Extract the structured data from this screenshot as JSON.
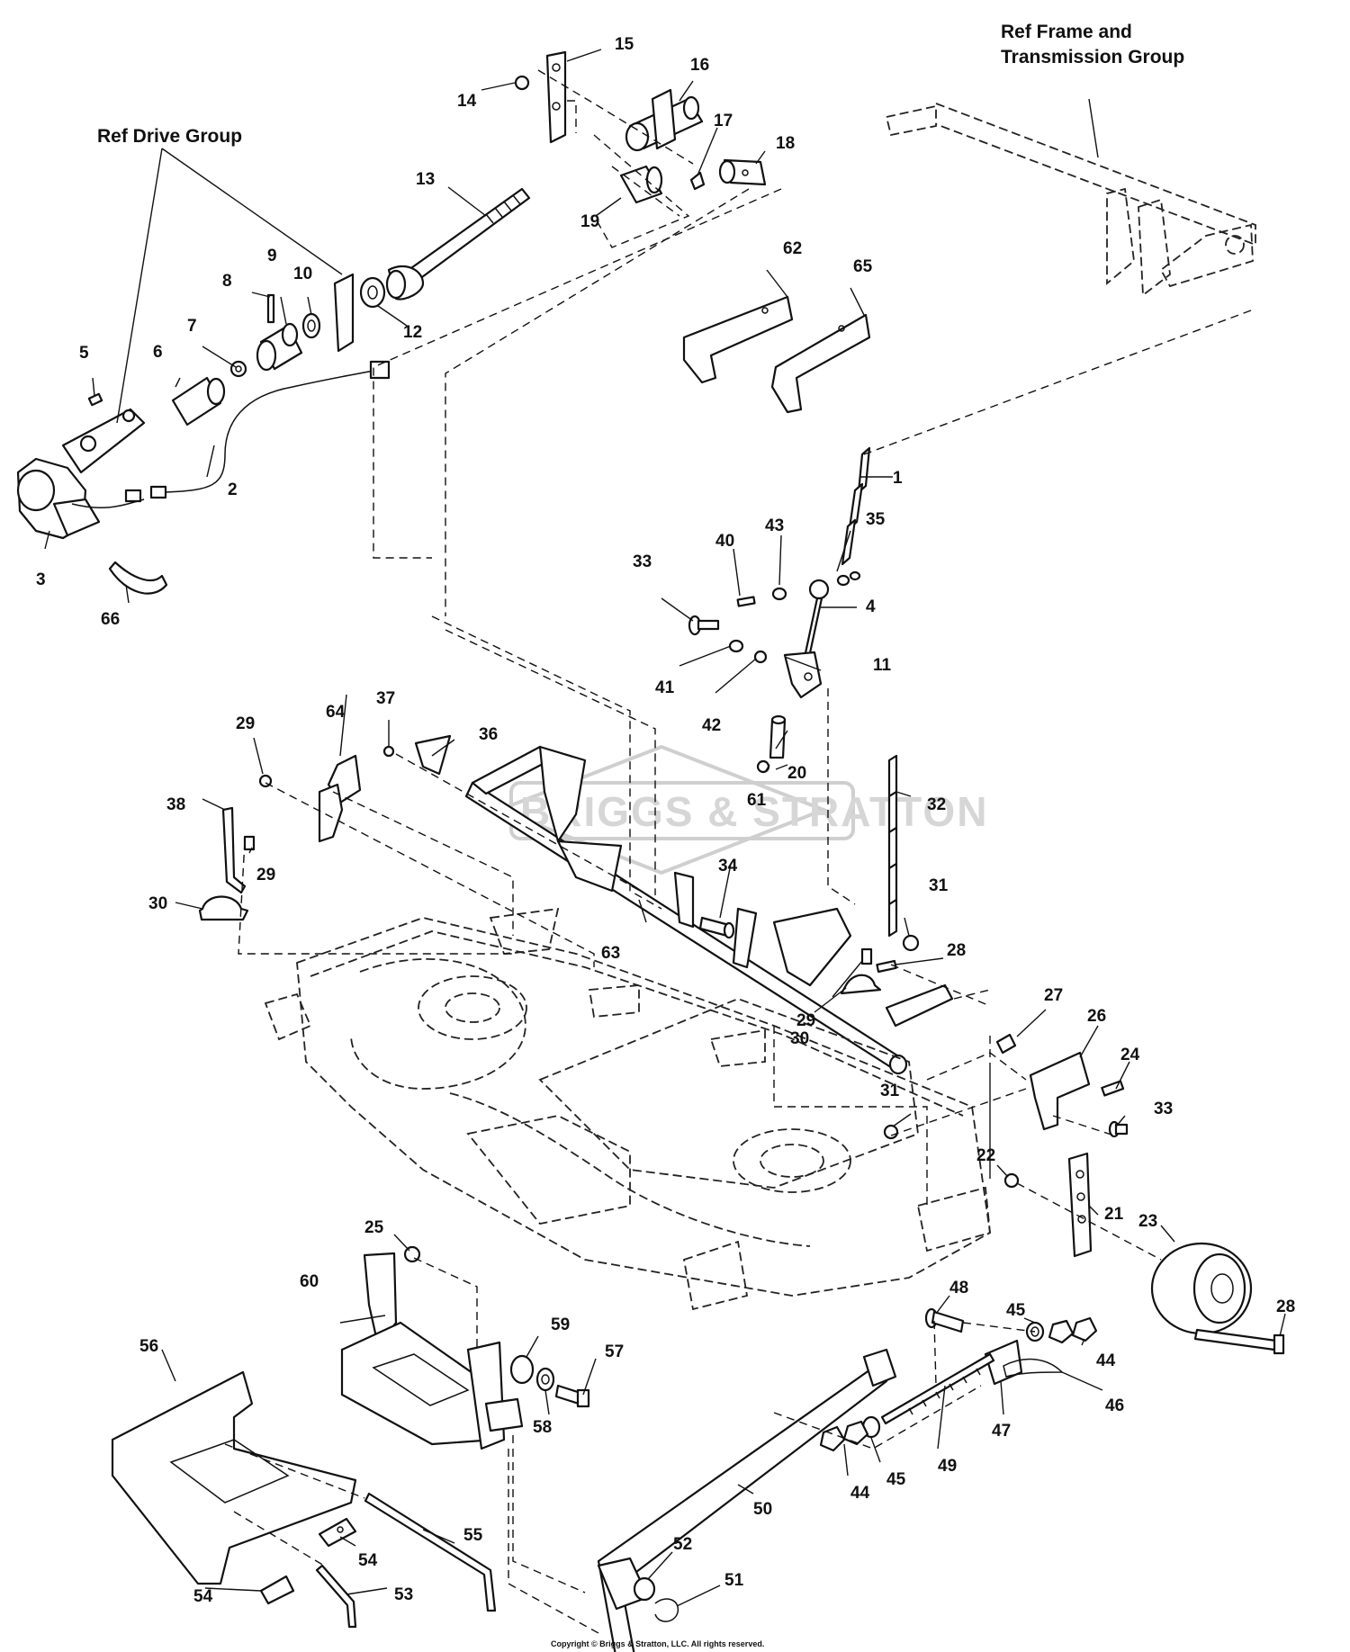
{
  "refs": {
    "drive_group": "Ref Drive Group",
    "frame_line1": "Ref Frame and",
    "frame_line2": "Transmission Group"
  },
  "watermark": "BRIGGS & STRATTON",
  "copyright": "Copyright © Briggs & Stratton, LLC. All rights reserved.",
  "callouts": [
    "1",
    "2",
    "3",
    "4",
    "5",
    "6",
    "7",
    "8",
    "9",
    "10",
    "11",
    "12",
    "13",
    "14",
    "15",
    "16",
    "17",
    "18",
    "19",
    "20",
    "21",
    "22",
    "23",
    "24",
    "25",
    "26",
    "27",
    "28",
    "29",
    "30",
    "31",
    "32",
    "33",
    "34",
    "35",
    "36",
    "37",
    "38",
    "40",
    "41",
    "42",
    "43",
    "44",
    "45",
    "46",
    "47",
    "48",
    "49",
    "50",
    "51",
    "52",
    "53",
    "54",
    "55",
    "56",
    "57",
    "58",
    "59",
    "60",
    "61",
    "62",
    "63",
    "64",
    "65",
    "66"
  ]
}
